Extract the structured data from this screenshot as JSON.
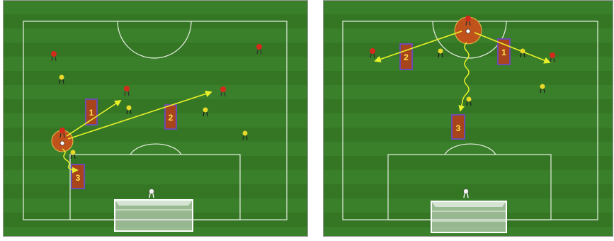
{
  "colors": {
    "grass_dark": "#2f6e22",
    "grass_light": "#3f8a2c",
    "pitch_line": "#e8efe4",
    "pass_arrow": "#e8f02a",
    "dribble_path": "#e8f02a",
    "ball_carrier_circle": "#c0531c",
    "zone_fill": "#a8441c",
    "zone_border": "#6e4bb0",
    "zone_label": "#ffe24a",
    "attacker_kit": "#d42a1c",
    "defender_kit": "#e6d92a",
    "goalkeeper_kit": "#f2f2f2",
    "goal_net": "#e9ecea",
    "outer_border": "#9a9a9a"
  },
  "panels": [
    {
      "id": "left",
      "zones": [
        {
          "label": "1",
          "type": "pass"
        },
        {
          "label": "2",
          "type": "pass"
        },
        {
          "label": "3",
          "type": "dribble"
        }
      ]
    },
    {
      "id": "right",
      "zones": [
        {
          "label": "2",
          "type": "pass"
        },
        {
          "label": "1",
          "type": "pass"
        },
        {
          "label": "3",
          "type": "dribble"
        }
      ]
    }
  ],
  "icons": {
    "attacker": "attacker-player-icon",
    "defender": "defender-player-icon",
    "goalkeeper": "goalkeeper-icon",
    "ball": "ball-icon"
  }
}
